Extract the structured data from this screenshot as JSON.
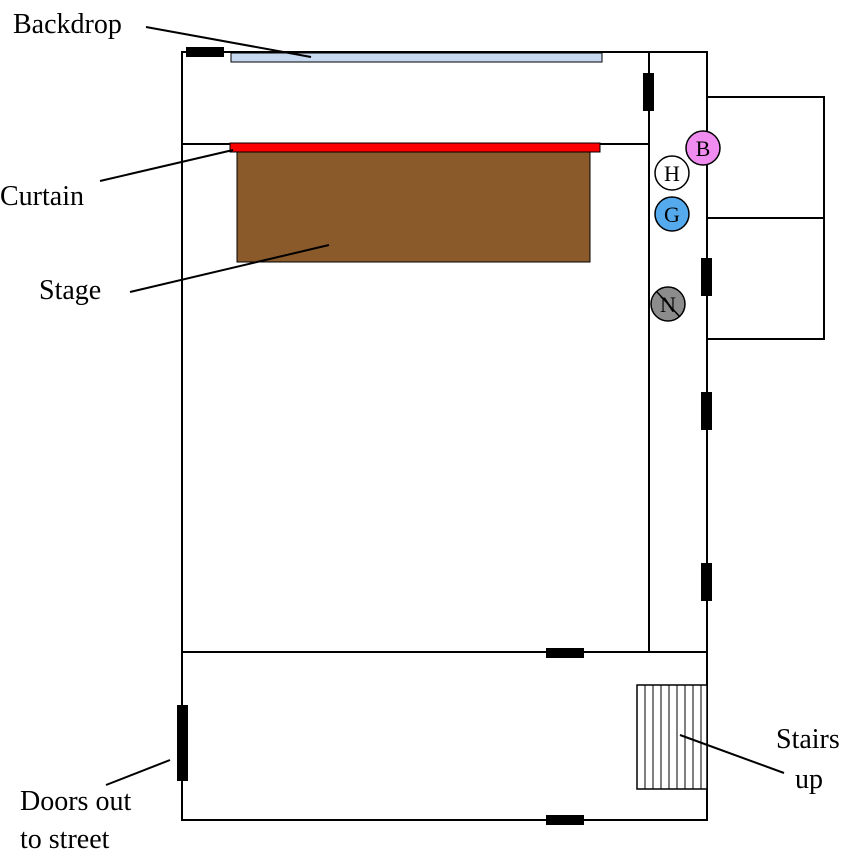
{
  "labels": {
    "backdrop": "Backdrop",
    "curtain": "Curtain",
    "stage": "Stage",
    "stairs_line1": "Stairs",
    "stairs_line2": "up",
    "doors_line1": "Doors out",
    "doors_line2": "to street"
  },
  "markers": {
    "b": "B",
    "h": "H",
    "g": "G",
    "n": "N"
  },
  "colors": {
    "backdrop": "#c6d9f1",
    "curtain": "#ff0000",
    "stage": "#8b5a2b",
    "marker_b": "#f08cf0",
    "marker_h": "#ffffff",
    "marker_g": "#55aaee",
    "marker_n": "#8c8c8c"
  }
}
